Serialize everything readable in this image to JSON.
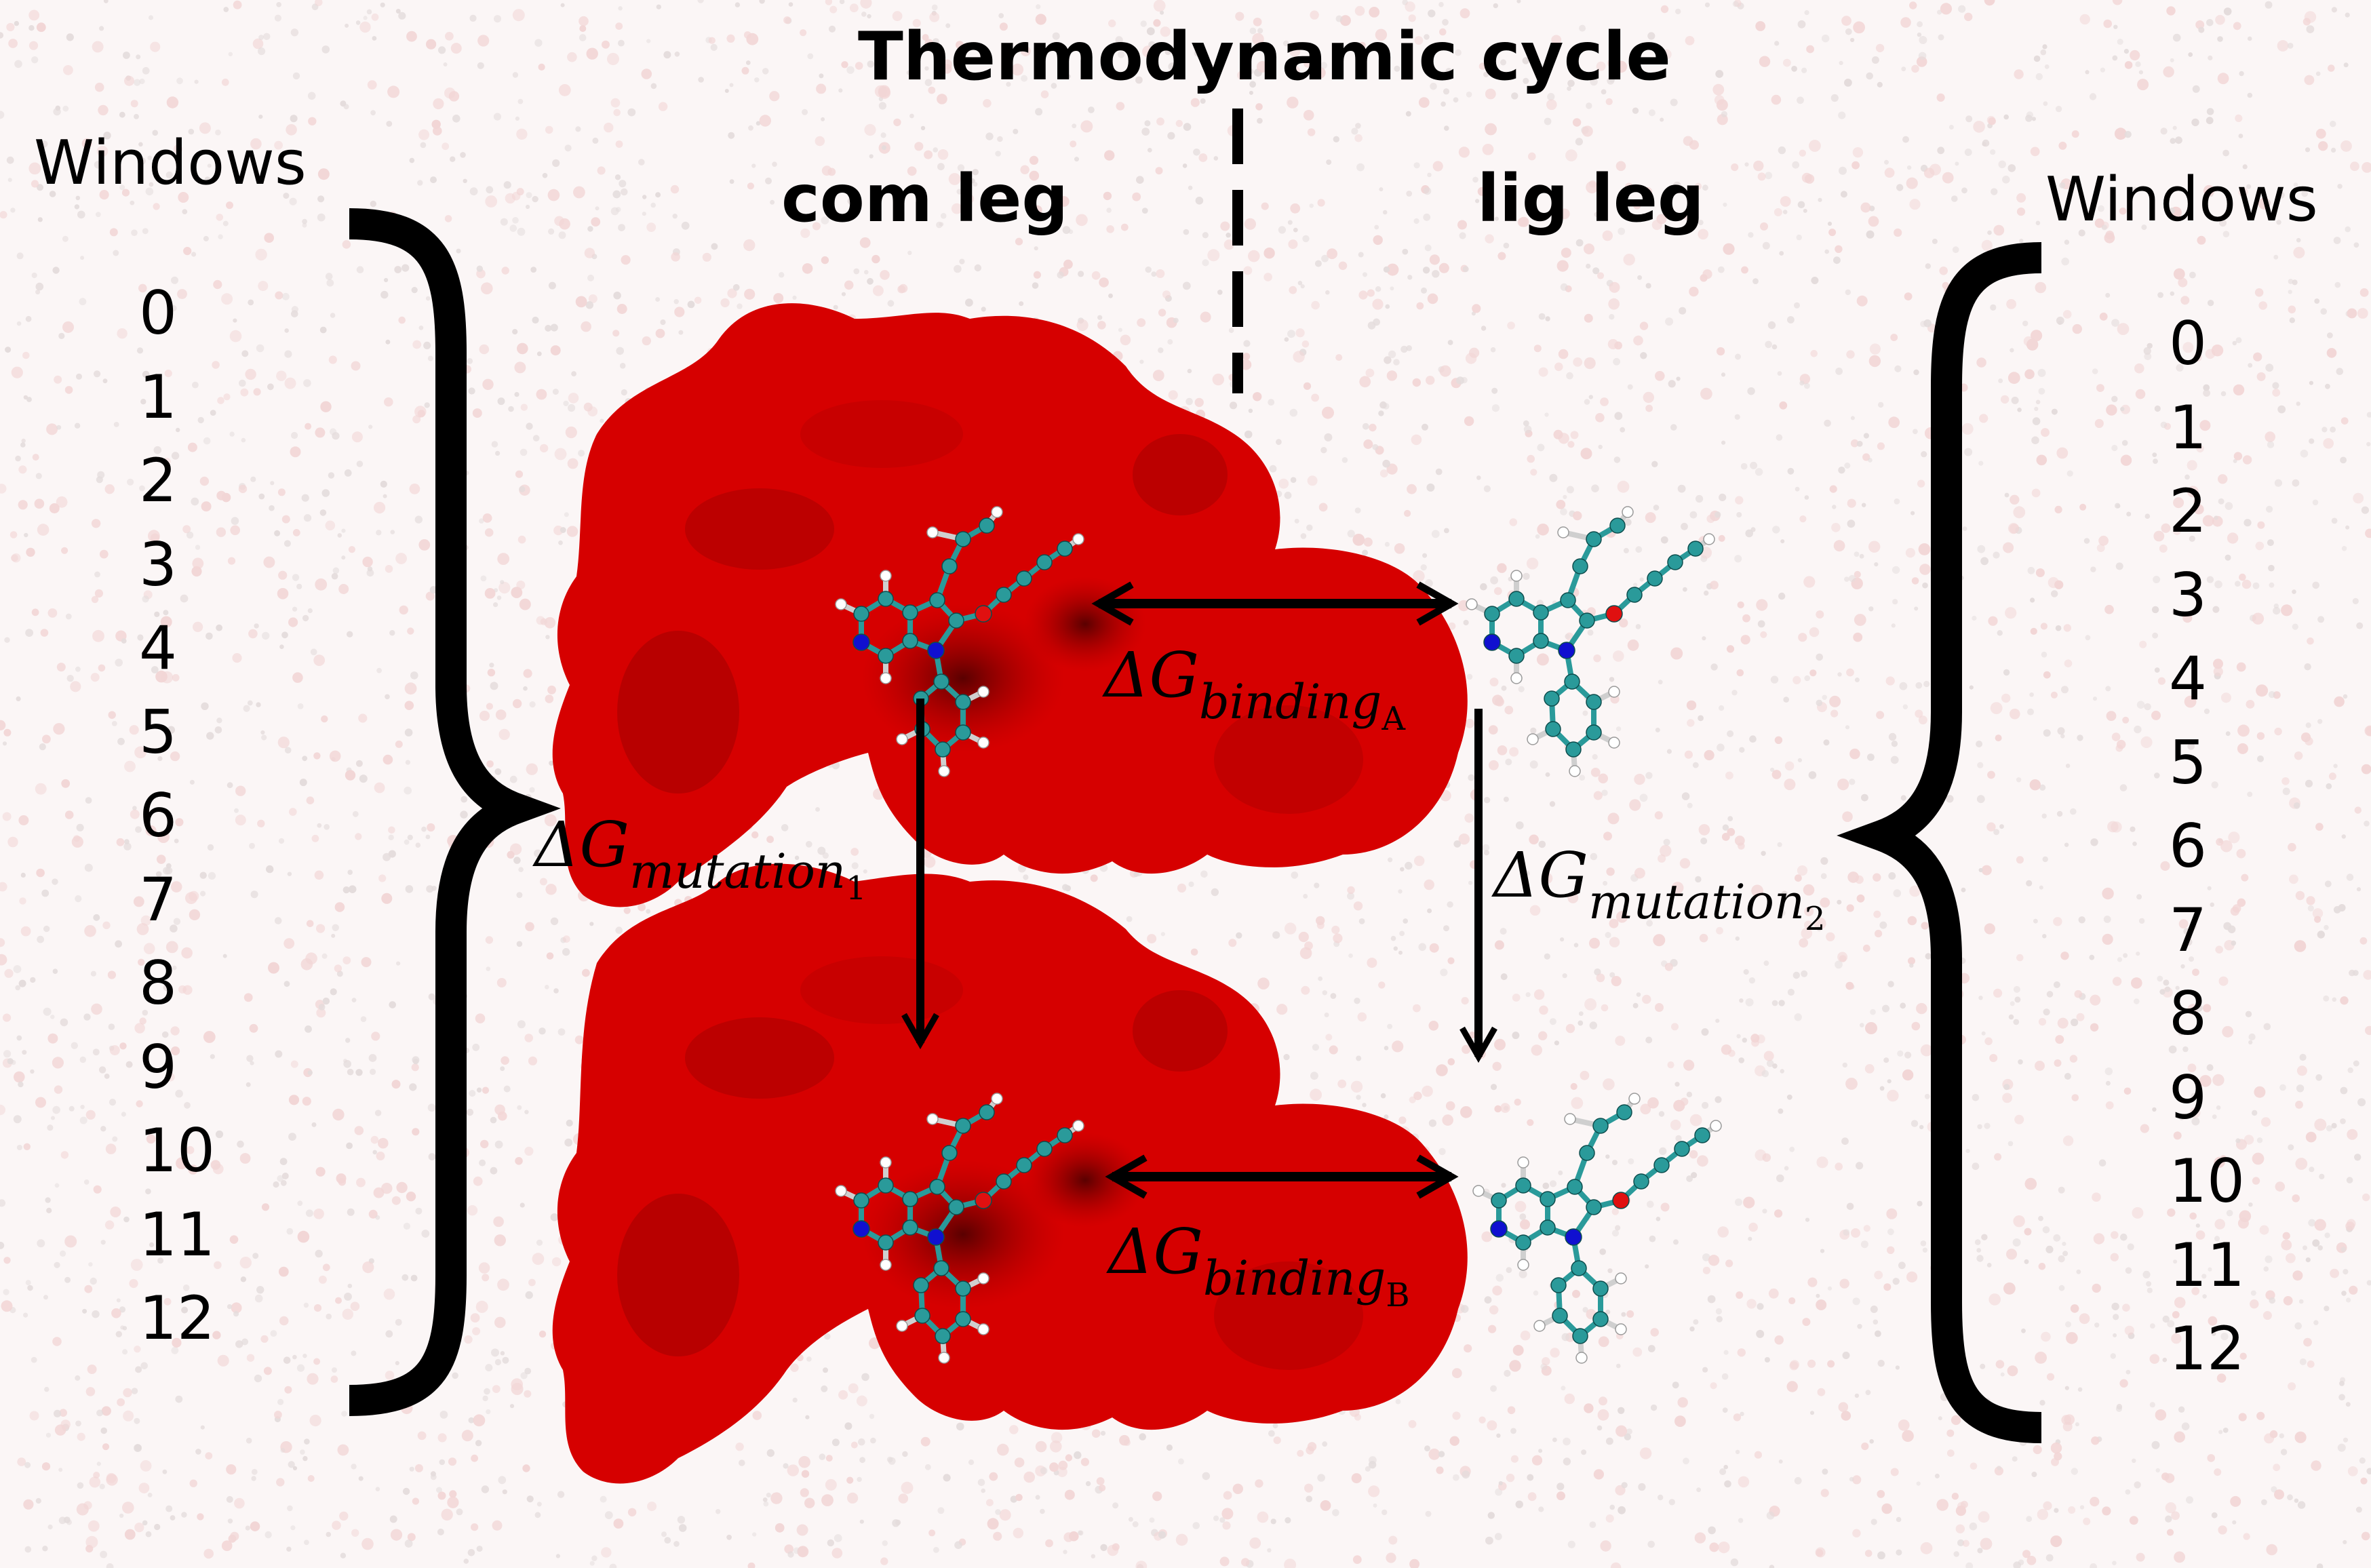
{
  "title": "Thermodynamic cycle",
  "legs": {
    "com": "com leg",
    "lig": "lig leg"
  },
  "windows": {
    "left_label": "Windows",
    "right_label": "Windows",
    "indices": [
      "0",
      "1",
      "2",
      "3",
      "4",
      "5",
      "6",
      "7",
      "8",
      "9",
      "10",
      "11",
      "12"
    ]
  },
  "free_energies": {
    "binding_a": {
      "symbol": "ΔG",
      "subscript": "binding",
      "index": "A"
    },
    "binding_b": {
      "symbol": "ΔG",
      "subscript": "binding",
      "index": "B"
    },
    "mutation_1": {
      "symbol": "ΔG",
      "subscript": "mutation",
      "index": "1"
    },
    "mutation_2": {
      "symbol": "ΔG",
      "subscript": "mutation",
      "index": "2"
    }
  },
  "colors": {
    "protein_surface": "#d90000",
    "carbon": "#2a9a9a",
    "nitrogen": "#1010d0",
    "oxygen": "#e01010",
    "hydrogen": "#ffffff",
    "water_background": "#f2d6d6",
    "arrows": "#000000"
  }
}
